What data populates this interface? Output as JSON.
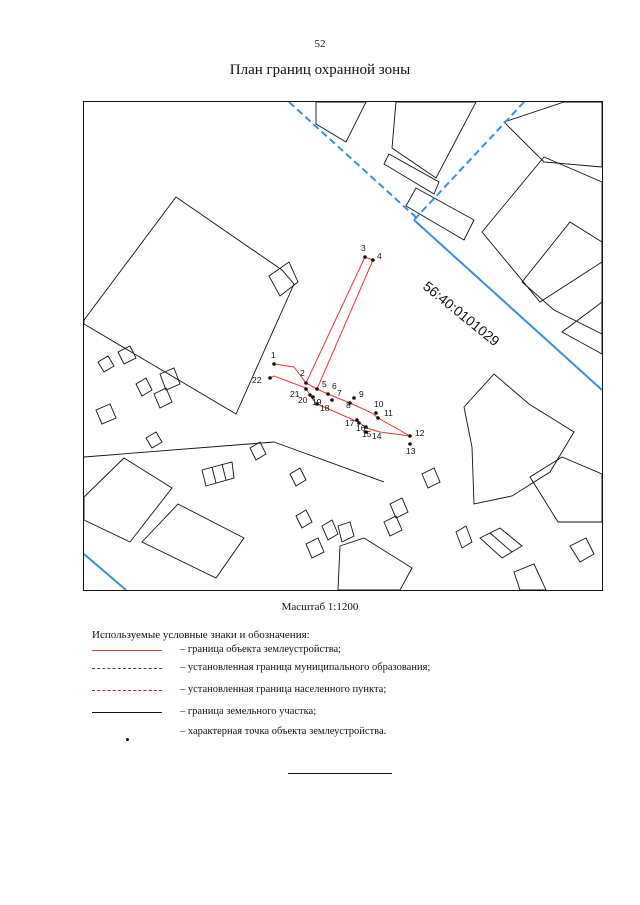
{
  "page": {
    "number": "52",
    "title": "План границ охранной зоны",
    "scale": "Масштаб 1:1200"
  },
  "map": {
    "cadastral_number": "56:40:0101029",
    "colors": {
      "object_boundary": "#e03a2f",
      "zone_boundary_blue": "#3a8fd6",
      "parcel_line": "#111111"
    },
    "points": [
      {
        "label": "1"
      },
      {
        "label": "2"
      },
      {
        "label": "3"
      },
      {
        "label": "4"
      },
      {
        "label": "5"
      },
      {
        "label": "6"
      },
      {
        "label": "7"
      },
      {
        "label": "8"
      },
      {
        "label": "9"
      },
      {
        "label": "10"
      },
      {
        "label": "11"
      },
      {
        "label": "12"
      },
      {
        "label": "13"
      },
      {
        "label": "14"
      },
      {
        "label": "15"
      },
      {
        "label": "16"
      },
      {
        "label": "17"
      },
      {
        "label": "18"
      },
      {
        "label": "19"
      },
      {
        "label": "20"
      },
      {
        "label": "21"
      },
      {
        "label": "22"
      }
    ]
  },
  "legend": {
    "title": "Используемые условные знаки и обозначения:",
    "items": [
      {
        "text": "– граница объекта землеустройства;",
        "color": "#e03a2f",
        "style": "solid"
      },
      {
        "text": "– установленная граница муниципального образования;",
        "color": "#2a3f8f",
        "style": "dashdot"
      },
      {
        "text": "– установленная граница населенного пункта;",
        "color": "#c0202a",
        "style": "dashdot"
      },
      {
        "text": "– граница земельного участка;",
        "color": "#111111",
        "style": "solid"
      },
      {
        "text": "– характерная точка объекта землеустройства.",
        "color": "#111111",
        "style": "point"
      }
    ]
  }
}
